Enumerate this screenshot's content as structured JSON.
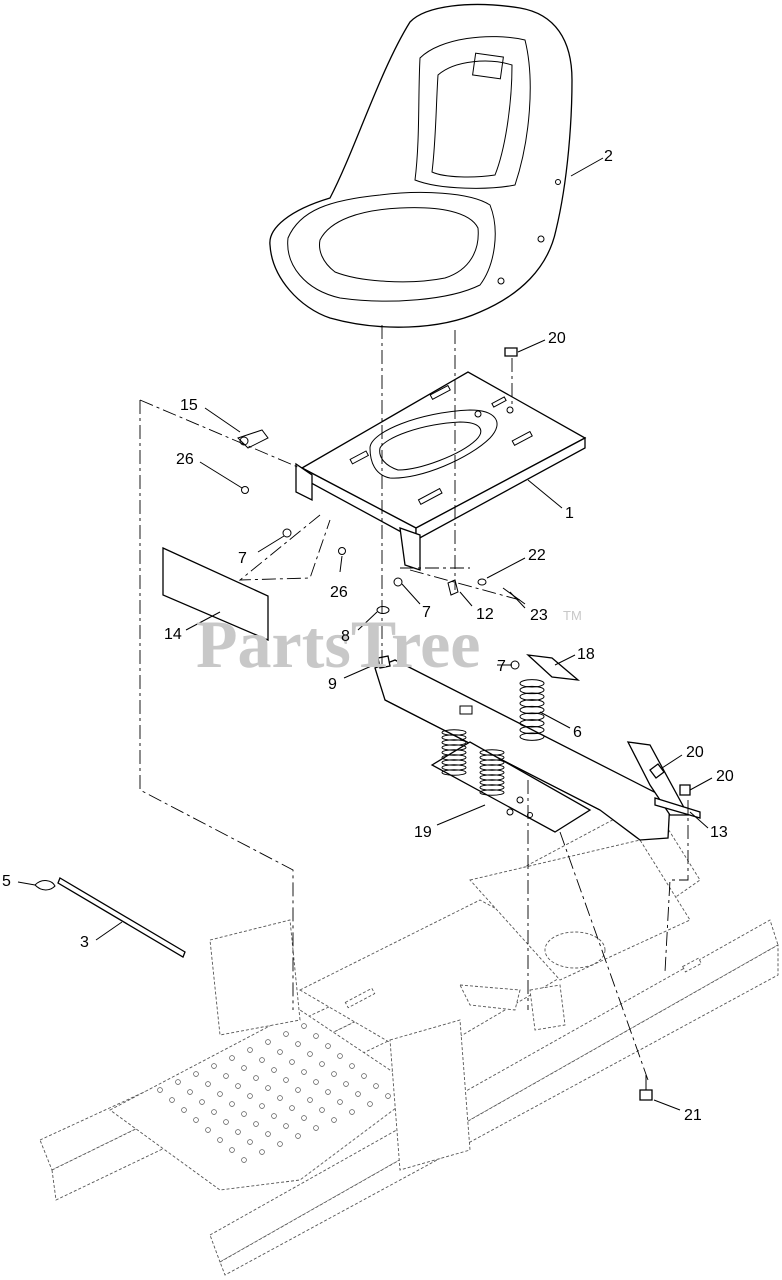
{
  "diagram": {
    "watermark": {
      "text": "PartsTree",
      "trademark": "TM"
    },
    "callouts": [
      {
        "id": "c-2",
        "label": "2"
      },
      {
        "id": "c-20a",
        "label": "20"
      },
      {
        "id": "c-15",
        "label": "15"
      },
      {
        "id": "c-26a",
        "label": "26"
      },
      {
        "id": "c-1",
        "label": "1"
      },
      {
        "id": "c-7a",
        "label": "7"
      },
      {
        "id": "c-26b",
        "label": "26"
      },
      {
        "id": "c-22",
        "label": "22"
      },
      {
        "id": "c-7b",
        "label": "7"
      },
      {
        "id": "c-12",
        "label": "12"
      },
      {
        "id": "c-23",
        "label": "23"
      },
      {
        "id": "c-14",
        "label": "14"
      },
      {
        "id": "c-8",
        "label": "8"
      },
      {
        "id": "c-18",
        "label": "18"
      },
      {
        "id": "c-7c",
        "label": "7"
      },
      {
        "id": "c-9",
        "label": "9"
      },
      {
        "id": "c-6",
        "label": "6"
      },
      {
        "id": "c-20b",
        "label": "20"
      },
      {
        "id": "c-20c",
        "label": "20"
      },
      {
        "id": "c-13",
        "label": "13"
      },
      {
        "id": "c-19",
        "label": "19"
      },
      {
        "id": "c-5",
        "label": "5"
      },
      {
        "id": "c-3",
        "label": "3"
      },
      {
        "id": "c-21",
        "label": "21"
      }
    ]
  }
}
